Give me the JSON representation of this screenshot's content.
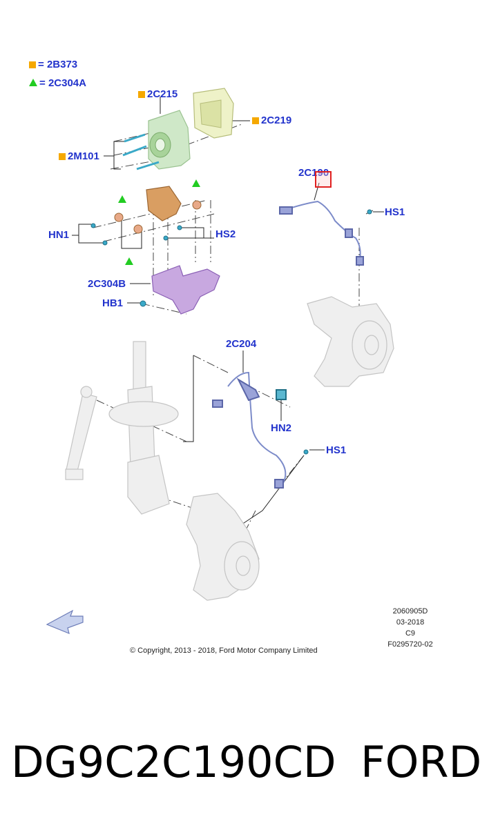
{
  "legend": {
    "square_code": "2B373",
    "triangle_code": "2C304A",
    "square_color": "#f5a800",
    "triangle_color": "#22cc22",
    "separator": "="
  },
  "callouts": {
    "c_2C215": "2C215",
    "c_2C219": "2C219",
    "c_2M101": "2M101",
    "c_2C190": "2C190",
    "c_HS1_top": "HS1",
    "c_HN1": "HN1",
    "c_HS2": "HS2",
    "c_2C304B": "2C304B",
    "c_HB1": "HB1",
    "c_2C204": "2C204",
    "c_HN2": "HN2",
    "c_HS1_bottom": "HS1"
  },
  "label_color": "#2233cc",
  "stamp": {
    "line1": "2060905D",
    "line2": "03-2018",
    "line3": "C9",
    "line4": "F0295720-02"
  },
  "copyright": "© Copyright, 2013 - 2018, Ford Motor Company Limited",
  "caption": {
    "part_number": "DG9C2C190CD",
    "brand": "FORD"
  }
}
